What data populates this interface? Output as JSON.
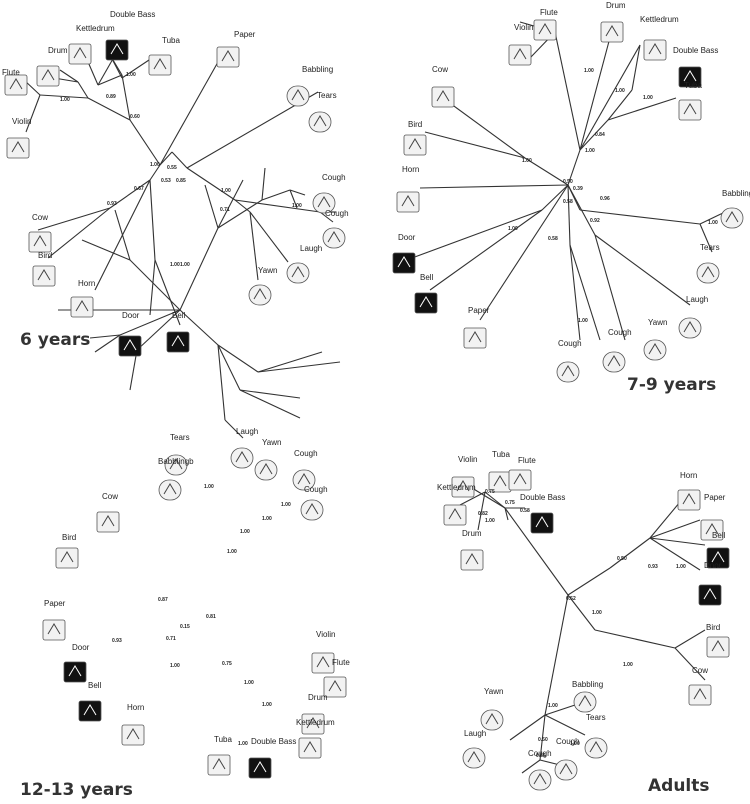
{
  "panels": [
    {
      "title": "6 years",
      "leaves": [
        "Double Bass",
        "Kettledrum",
        "Tuba",
        "Drum",
        "Flute",
        "Violin",
        "Paper",
        "Babbling",
        "Tears",
        "Cough",
        "Cough",
        "Laugh",
        "Yawn",
        "Cow",
        "Bird",
        "Horn",
        "Door",
        "Bell"
      ],
      "values": [
        "1.00",
        "0.89",
        "0.60",
        "1.00",
        "1.00",
        "0.55",
        "0.85",
        "0.53",
        "1.00",
        "0.67",
        "0.93",
        "1.00",
        "1.00",
        "0.71",
        "1.00"
      ]
    },
    {
      "title": "7-9 years",
      "leaves": [
        "Flute",
        "Drum",
        "Kettledrum",
        "Violin",
        "Double Bass",
        "Cow",
        "Tuba",
        "Bird",
        "Horn",
        "Babbling",
        "Tears",
        "Door",
        "Bell",
        "Laugh",
        "Paper",
        "Yawn",
        "Cough",
        "Cough"
      ],
      "values": [
        "1.00",
        "1.00",
        "1.00",
        "0.84",
        "1.00",
        "1.00",
        "0.50",
        "0.39",
        "0.58",
        "0.96",
        "1.00",
        "0.92",
        "1.00",
        "0.58",
        "1.00"
      ]
    },
    {
      "title": "12-13 years",
      "leaves": [
        "Laugh",
        "Tears",
        "Yawn",
        "Cough",
        "Babblingb",
        "Cough",
        "Cow",
        "Bird",
        "Paper",
        "Door",
        "Bell",
        "Horn",
        "Violin",
        "Flute",
        "Drum",
        "Kettledrum",
        "Tuba",
        "Double Bass"
      ],
      "values": [
        "1.00",
        "1.00",
        "1.00",
        "1.00",
        "1.00",
        "0.87",
        "0.15",
        "0.81",
        "0.93",
        "0.71",
        "1.00",
        "0.75",
        "1.00",
        "1.00",
        "1.00"
      ]
    },
    {
      "title": "Adults",
      "leaves": [
        "Violin",
        "Tuba",
        "Flute",
        "Kettledrum",
        "Double Bass",
        "Drum",
        "Horn",
        "Paper",
        "Bell",
        "Door",
        "Bird",
        "Cow",
        "Yawn",
        "Babbling",
        "Tears",
        "Laugh",
        "Cough",
        "Cough"
      ],
      "values": [
        "0.75",
        "0.75",
        "0.58",
        "0.82",
        "1.00",
        "0.50",
        "0.93",
        "1.00",
        "0.52",
        "1.00",
        "1.00",
        "0.50",
        "0.86",
        "1.00",
        "1.00"
      ]
    }
  ]
}
